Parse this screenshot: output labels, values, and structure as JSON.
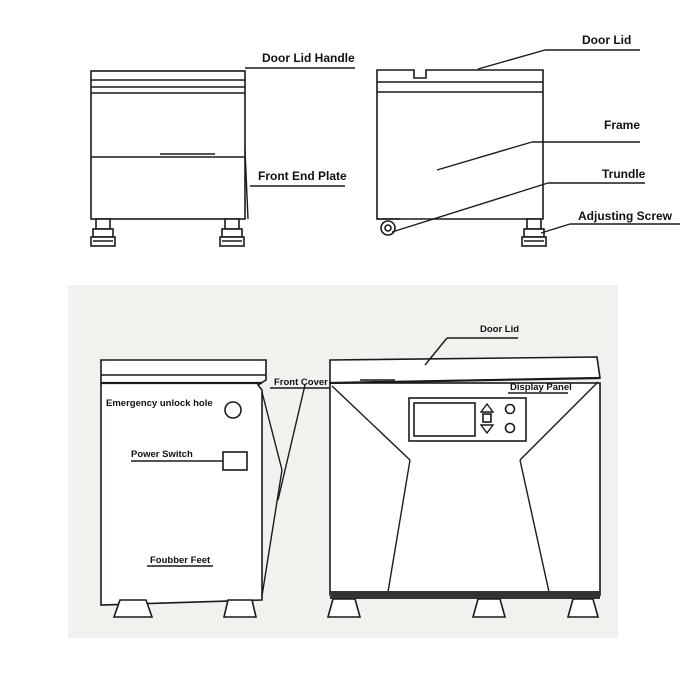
{
  "labels": {
    "door_lid_handle": "Door Lid Handle",
    "front_end_plate": "Front End Plate",
    "door_lid_top": "Door Lid",
    "frame": "Frame",
    "trundle": "Trundle",
    "adjusting_screw": "Adjusting Screw",
    "door_lid_bottom": "Door Lid",
    "front_cover": "Front Cover",
    "display_panel": "Display Panel",
    "emergency_unlock_hole": "Emergency unlock hole",
    "power_switch": "Power Switch",
    "foubber_feet": "Foubber Feet"
  }
}
